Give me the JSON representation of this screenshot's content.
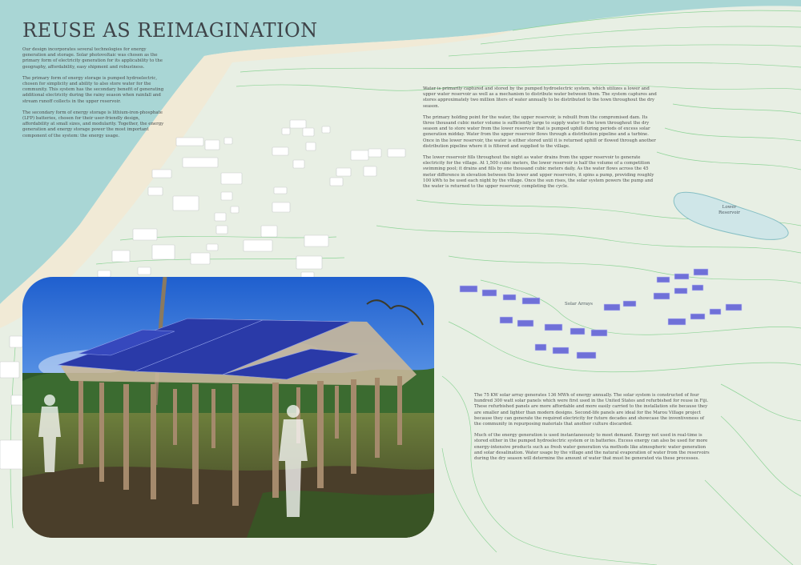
{
  "title": "REUSE AS REIMAGINATION",
  "intro": {
    "p1": "Our design incorporates several technologies for energy generation and storage. Solar photovoltaic was chosen as the primary form of electricity generation for its applicability to the geography, affordability, easy shipment and robustness.",
    "p2": "The primary form of energy storage is pumped hydroelectric, chosen for simplicity and ability to also store water for the community. This system has the secondary benefit of generating additional electricity during the rainy season when rainfall and stream runoff collects in the upper reservoir.",
    "p3": "The secondary form of energy storage is lithium-iron-phosphate (LFP) batteries, chosen for their user-friendly design, affordability at small sizes, and modularity. Together, the energy generation and energy storage power the most important component of the system: the energy usage."
  },
  "water": {
    "p1": "Water is primarily captured and stored by the pumped hydroelectric system, which utilizes a lower and upper water reservoir as well as a mechanism to distribute water between them. The system captures and stores approximately two million liters of water annually to be distributed to the town throughout the dry season.",
    "p2": "The primary holding point for the water, the upper reservoir, is rebuilt from the compromised dam. Its three thousand cubic meter volume is sufficiently large to supply water to the town throughout the dry season and to store water from the lower reservoir that is pumped uphill during periods of excess solar generation midday. Water from the upper reservoir flows through a distribution pipeline and a turbine. Once in the lower reservoir, the water is either stored until it is returned uphill or flowed through another distribution pipeline where it is filtered and supplied to the village.",
    "p3": "The lower reservoir fills throughout the night as water drains from the upper reservoir to generate electricity for the village. At 1,500 cubic meters, the lower reservoir is half the volume of a competition swimming pool; it drains and fills by one thousand cubic meters daily. As the water flows across the 45 meter difference in elevation between the lower and upper reservoirs, it spins a pump, providing roughly 100 kWh to be used each night by the village. Once the sun rises, the solar system powers the pump and the water is returned to the upper reservoir, completing the cycle."
  },
  "solar": {
    "p1": "The 75 KW solar array generates 136 MWh of energy annually. The solar system is constructed of four hundred 300 watt solar panels which were first used in the United States and refurbished for reuse in Fiji. These refurbished panels are more affordable and more easily carried to the installation site because they are smaller and lighter than modern designs. Second-life panels are ideal for the Marou Village project because they can generate the required electricity for future decades and showcase the inventiveness of the community in repurposing materials that another culture discarded.",
    "p2": "Much of the energy generation is used instantaneously to meet demand. Energy not used in real-time is stored either in the pumped hydroelectric system or in batteries. Excess energy can also be used for more energy-intensive products such as fresh water generation via methods like atmospheric water generation and solar desalination. Water usage by the village and the natural evaporation of water from the reservoirs during the dry season will determine the amount of water that must be generated via these processes."
  },
  "map_labels": {
    "reservoir_line1": "Lower",
    "reservoir_line2": "Reservoir",
    "arrays": "Solar Arrays"
  },
  "colors": {
    "sea": "#a9d6d5",
    "beach": "#f1ead6",
    "land": "#e8efe4",
    "contour": "#7fcf8a",
    "reservoir": "#cfe6e8",
    "panel": "#6f70d8",
    "sky": "#2a6fd6"
  }
}
